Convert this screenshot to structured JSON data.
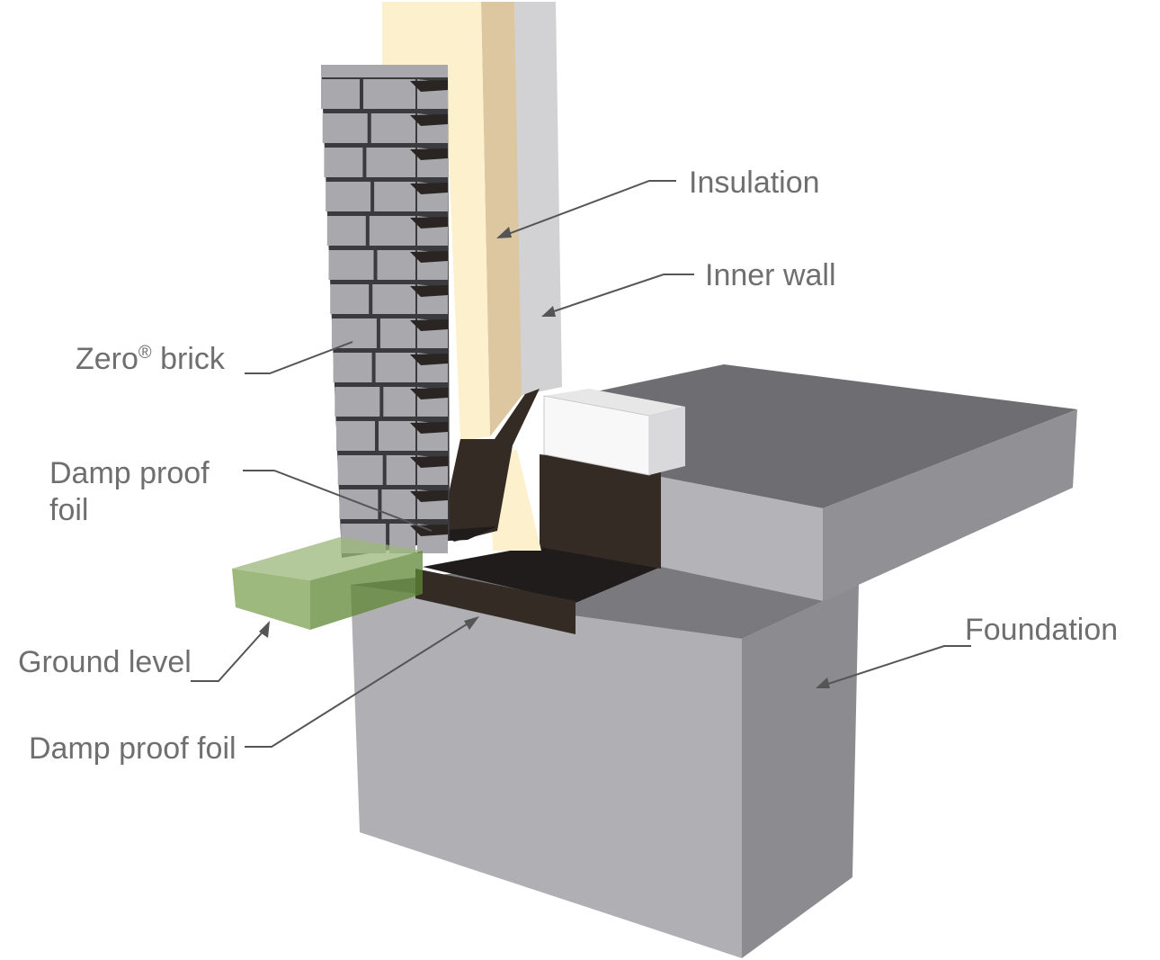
{
  "labels": {
    "insulation": "Insulation",
    "inner_wall": "Inner wall",
    "zero_brick": "Zero",
    "zero_brick_mark": "®",
    "zero_brick_suffix": " brick",
    "damp_proof_foil_upper_line1": "Damp proof",
    "damp_proof_foil_upper_line2": "foil",
    "ground_level": "Ground level",
    "damp_proof_foil_lower": "Damp proof foil",
    "foundation": "Foundation"
  },
  "colors": {
    "brick_face": "#a9a8ad",
    "brick_mortar": "#3a3a3f",
    "brick_gap": "#2a2522",
    "insulation_front": "#fdf0cc",
    "insulation_side": "#dcc7a0",
    "inner_wall": "#d2d2d4",
    "foil": "#352b25",
    "foil_top": "#1f1c1b",
    "foundation_front": "#b0afb3",
    "foundation_side": "#8c8b90",
    "slab_top": "#6e6d72",
    "slab_front": "#b4b3b7",
    "slab_side": "#909095",
    "ground": "#6f9a43",
    "block_white": "#f6f6f6",
    "label_text": "#6f6f6f",
    "leader_line": "#555555"
  }
}
